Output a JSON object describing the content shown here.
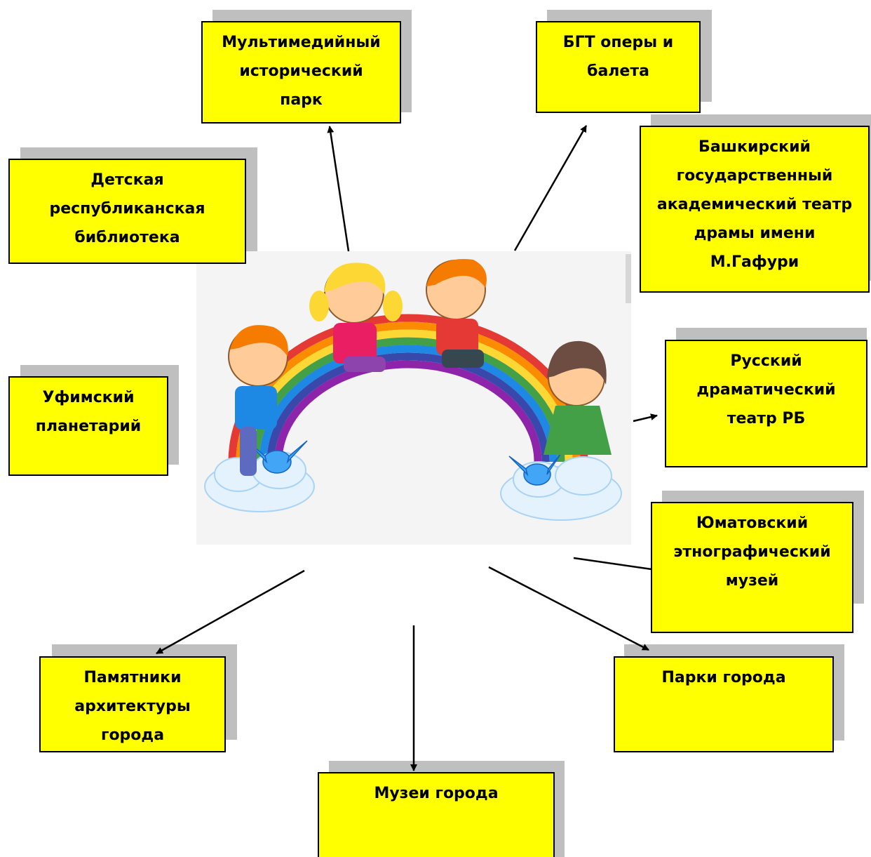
{
  "nodes": [
    {
      "id": "multimedia-park",
      "label": "Мультимедийный\nисторический\nпарк"
    },
    {
      "id": "opera-ballet",
      "label": "БГТ оперы и\nбалета"
    },
    {
      "id": "children-library",
      "label": "Детская\nреспубликанская\nбиблиотека"
    },
    {
      "id": "bashkir-drama-theatre",
      "label": "Башкирский\nгосударственный\nакадемический театр\nдрамы имени\nМ.Гафури"
    },
    {
      "id": "planetarium",
      "label": "Уфимский\nпланетарий"
    },
    {
      "id": "russian-drama-theatre",
      "label": "Русский\nдраматический\nтеатр РБ"
    },
    {
      "id": "yumatovo-museum",
      "label": "Юматовский\nэтнографический\nмузей"
    },
    {
      "id": "architecture-monuments",
      "label": "Памятники\nархитектуры\nгорода"
    },
    {
      "id": "city-parks",
      "label": "Парки города"
    },
    {
      "id": "city-museums",
      "label": "Музеи города"
    }
  ],
  "colors": {
    "box_fill": "#ffff00",
    "box_border": "#000000",
    "shadow": "#bfbfbf"
  },
  "center_image": "children-on-rainbow"
}
